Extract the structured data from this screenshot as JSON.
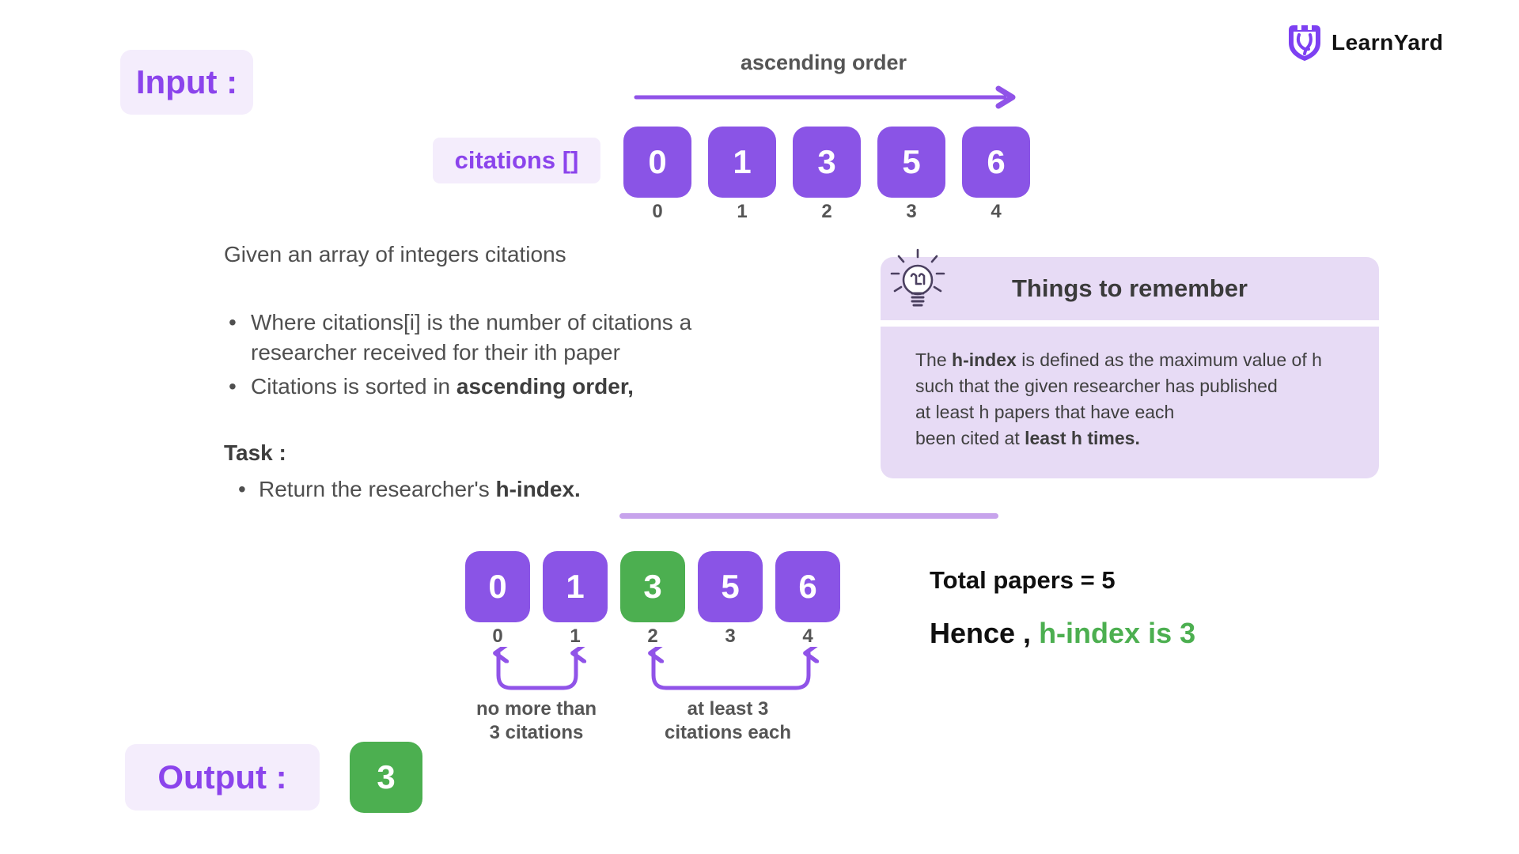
{
  "brand": {
    "name": "LearnYard"
  },
  "colors": {
    "purple_box": "#8a54e6",
    "purple_text": "#8b44ec",
    "lavender_bg": "#f4edfc",
    "panel_bg": "#e7dbf5",
    "green": "#4caf50",
    "gray_text": "#4f4f4f",
    "arrow_purple": "#9053e8"
  },
  "input_section": {
    "label": "Input :",
    "ascending_label": "ascending order",
    "array_label": "citations []",
    "array": {
      "values": [
        "0",
        "1",
        "3",
        "5",
        "6"
      ],
      "indices": [
        "0",
        "1",
        "2",
        "3",
        "4"
      ]
    }
  },
  "description": {
    "intro": "Given an array of integers citations",
    "bullet1": "Where citations[i] is the number of citations a researcher received for their ith paper",
    "bullet2_pre": "Citations is sorted in ",
    "bullet2_bold": "ascending order,",
    "task_label": "Task :",
    "task_bullet_pre": "Return the researcher's ",
    "task_bullet_bold": "h-index."
  },
  "remember_box": {
    "title": "Things to remember",
    "icon": "lightbulb-icon",
    "lines": [
      {
        "pre": "The ",
        "bold": "h-index",
        "post": " is defined as the maximum value of h"
      },
      {
        "pre": "such that the given researcher has published",
        "bold": "",
        "post": ""
      },
      {
        "pre": "at least h papers that have each",
        "bold": "",
        "post": ""
      },
      {
        "pre": "been cited at ",
        "bold": "least h times.",
        "post": ""
      }
    ]
  },
  "walkthrough": {
    "array": {
      "values": [
        "0",
        "1",
        "3",
        "5",
        "6"
      ],
      "indices": [
        "0",
        "1",
        "2",
        "3",
        "4"
      ],
      "highlight_index": 2,
      "highlight_color": "#4caf50"
    },
    "annotation_left_line1": "no more than",
    "annotation_left_line2": "3 citations",
    "annotation_right_line1": "at least 3",
    "annotation_right_line2": "citations each",
    "total_papers": "Total papers = 5",
    "hence_black": "Hence ,",
    "hence_green": " h-index is 3"
  },
  "output_section": {
    "label": "Output :",
    "value": "3"
  }
}
